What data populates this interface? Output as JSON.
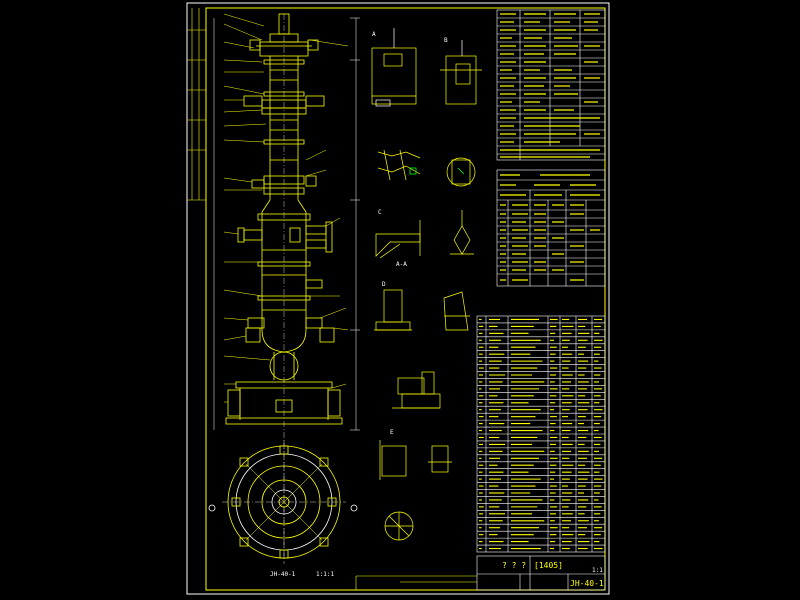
{
  "title_block": {
    "question_marks": "? ? ?",
    "label_box": "[1405]",
    "drawing_number": "JH-40-1",
    "scale_mark": "1:1",
    "bottom_note": "JH-40-1",
    "bottom_scale": "1:1:1"
  },
  "views": {
    "detail_a": "A",
    "detail_b": "B",
    "detail_c": "C",
    "detail_d": "D",
    "detail_e": "E",
    "section_aa": "A-A"
  },
  "colors": {
    "background": "#000000",
    "line_primary": "#ffff00",
    "line_secondary": "#ffffff",
    "hatch": "#00ff00"
  }
}
